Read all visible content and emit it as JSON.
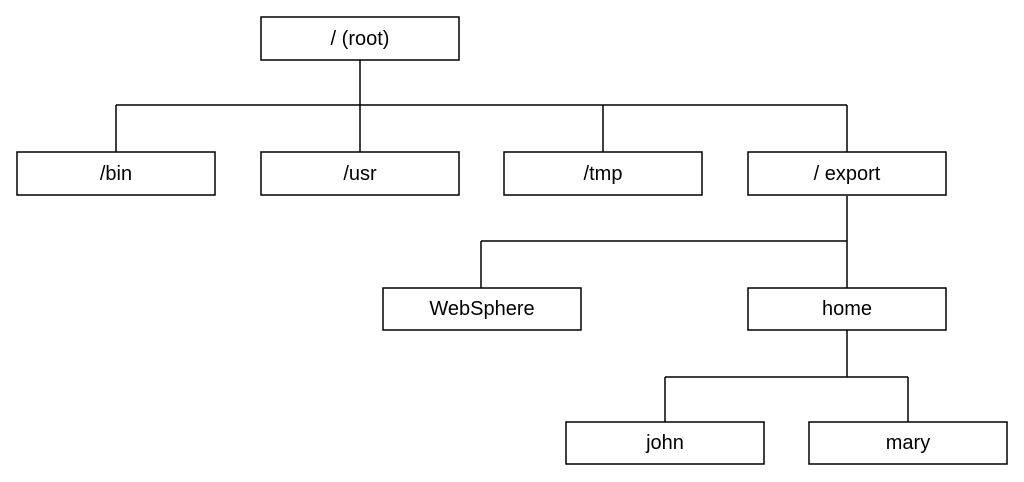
{
  "diagram": {
    "type": "directory-tree",
    "nodes": [
      {
        "id": "root",
        "label": "/ (root)",
        "parent": null
      },
      {
        "id": "bin",
        "label": "/bin",
        "parent": "root"
      },
      {
        "id": "usr",
        "label": "/usr",
        "parent": "root"
      },
      {
        "id": "tmp",
        "label": "/tmp",
        "parent": "root"
      },
      {
        "id": "export",
        "label": "/ export",
        "parent": "root"
      },
      {
        "id": "websphere",
        "label": "WebSphere",
        "parent": "export"
      },
      {
        "id": "home",
        "label": "home",
        "parent": "export"
      },
      {
        "id": "john",
        "label": "john",
        "parent": "home"
      },
      {
        "id": "mary",
        "label": "mary",
        "parent": "home"
      }
    ]
  }
}
